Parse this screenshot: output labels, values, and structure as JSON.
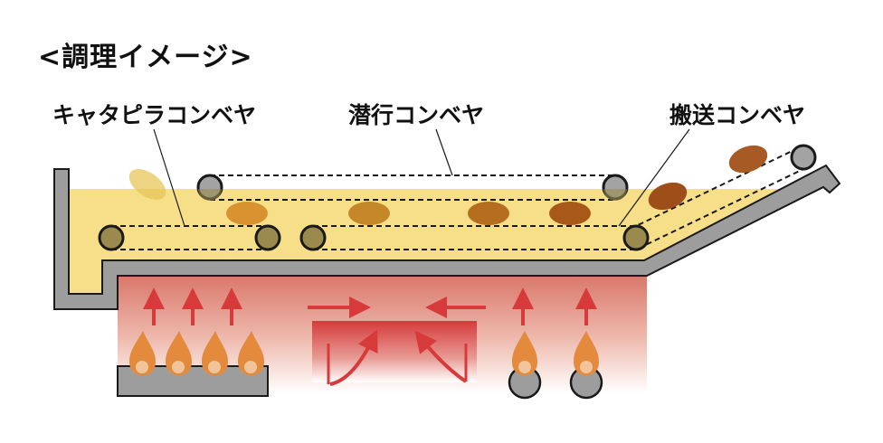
{
  "title": "<調理イメージ>",
  "labels": {
    "caterpillar": "キャタピラコンベヤ",
    "submerged": "潜行コンベヤ",
    "transport": "搬送コンベヤ"
  },
  "colors": {
    "oil": "#f7de88",
    "tank": "#9d9d9d",
    "heat": "#d63a3a",
    "flame": "#e48a3c",
    "roller_submerged": "#9a8a4e",
    "roller_dry": "#a3a3a3"
  }
}
